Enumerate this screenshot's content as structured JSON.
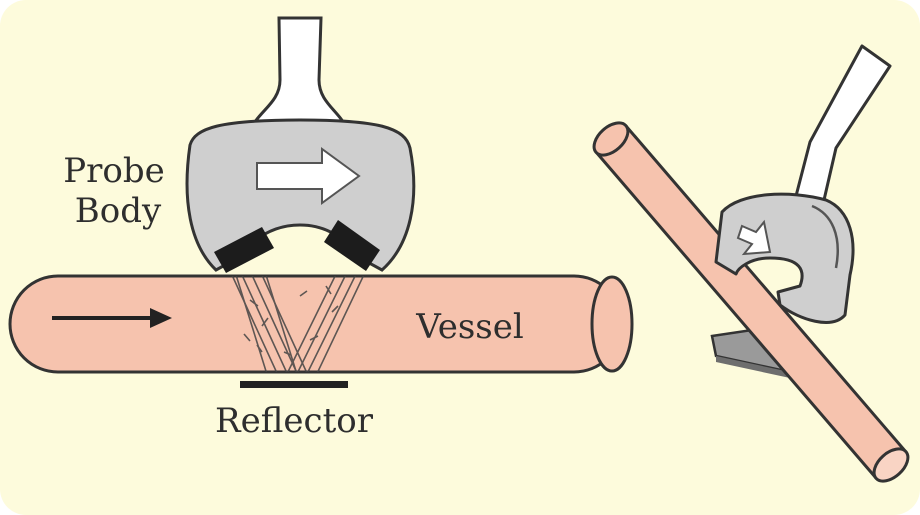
{
  "labels": {
    "probe_line1": "Probe",
    "probe_line2": "Body",
    "vessel": "Vessel",
    "reflector": "Reflector"
  },
  "colors": {
    "background": "#fdfbdc",
    "vessel_fill": "#f6c3ae",
    "probe_fill": "#cfcfcf",
    "outline": "#333333",
    "handle_fill": "#ffffff"
  }
}
